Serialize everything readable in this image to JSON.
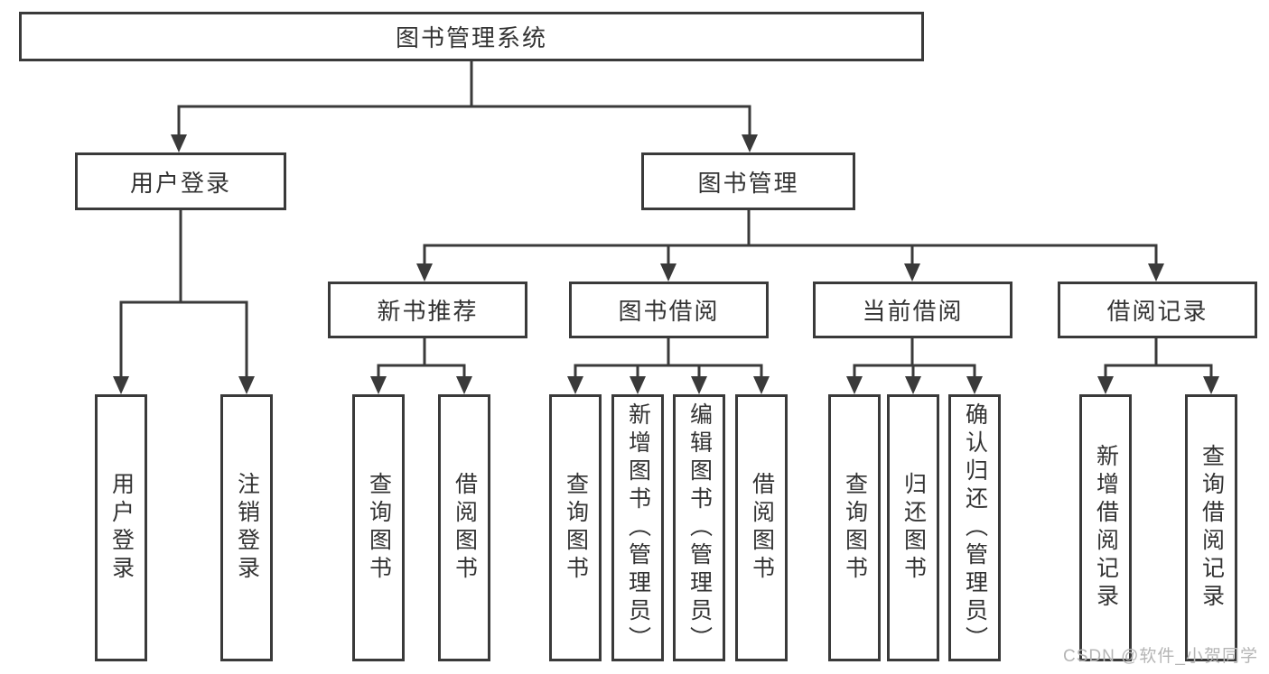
{
  "tree": {
    "label": "图书管理系统",
    "children": [
      {
        "label": "用户登录",
        "children": [
          {
            "label": "用户登录"
          },
          {
            "label": "注销登录"
          }
        ]
      },
      {
        "label": "图书管理",
        "children": [
          {
            "label": "新书推荐",
            "children": [
              {
                "label": "查询图书"
              },
              {
                "label": "借阅图书"
              }
            ]
          },
          {
            "label": "图书借阅",
            "children": [
              {
                "label": "查询图书"
              },
              {
                "label": "新增图书（管理员）"
              },
              {
                "label": "编辑图书（管理员）"
              },
              {
                "label": "借阅图书"
              }
            ]
          },
          {
            "label": "当前借阅",
            "children": [
              {
                "label": "查询图书"
              },
              {
                "label": "归还图书"
              },
              {
                "label": "确认归还（管理员）"
              }
            ]
          },
          {
            "label": "借阅记录",
            "children": [
              {
                "label": "新增借阅记录"
              },
              {
                "label": "查询借阅记录"
              }
            ]
          }
        ]
      }
    ]
  },
  "watermark": {
    "text": "CSDN @软件_小贺同学"
  },
  "colors": {
    "line": "#3a3a3a",
    "text": "#333333",
    "box_fill": "#ffffff",
    "background": "#ffffff",
    "watermark": "#b5b5b5"
  }
}
